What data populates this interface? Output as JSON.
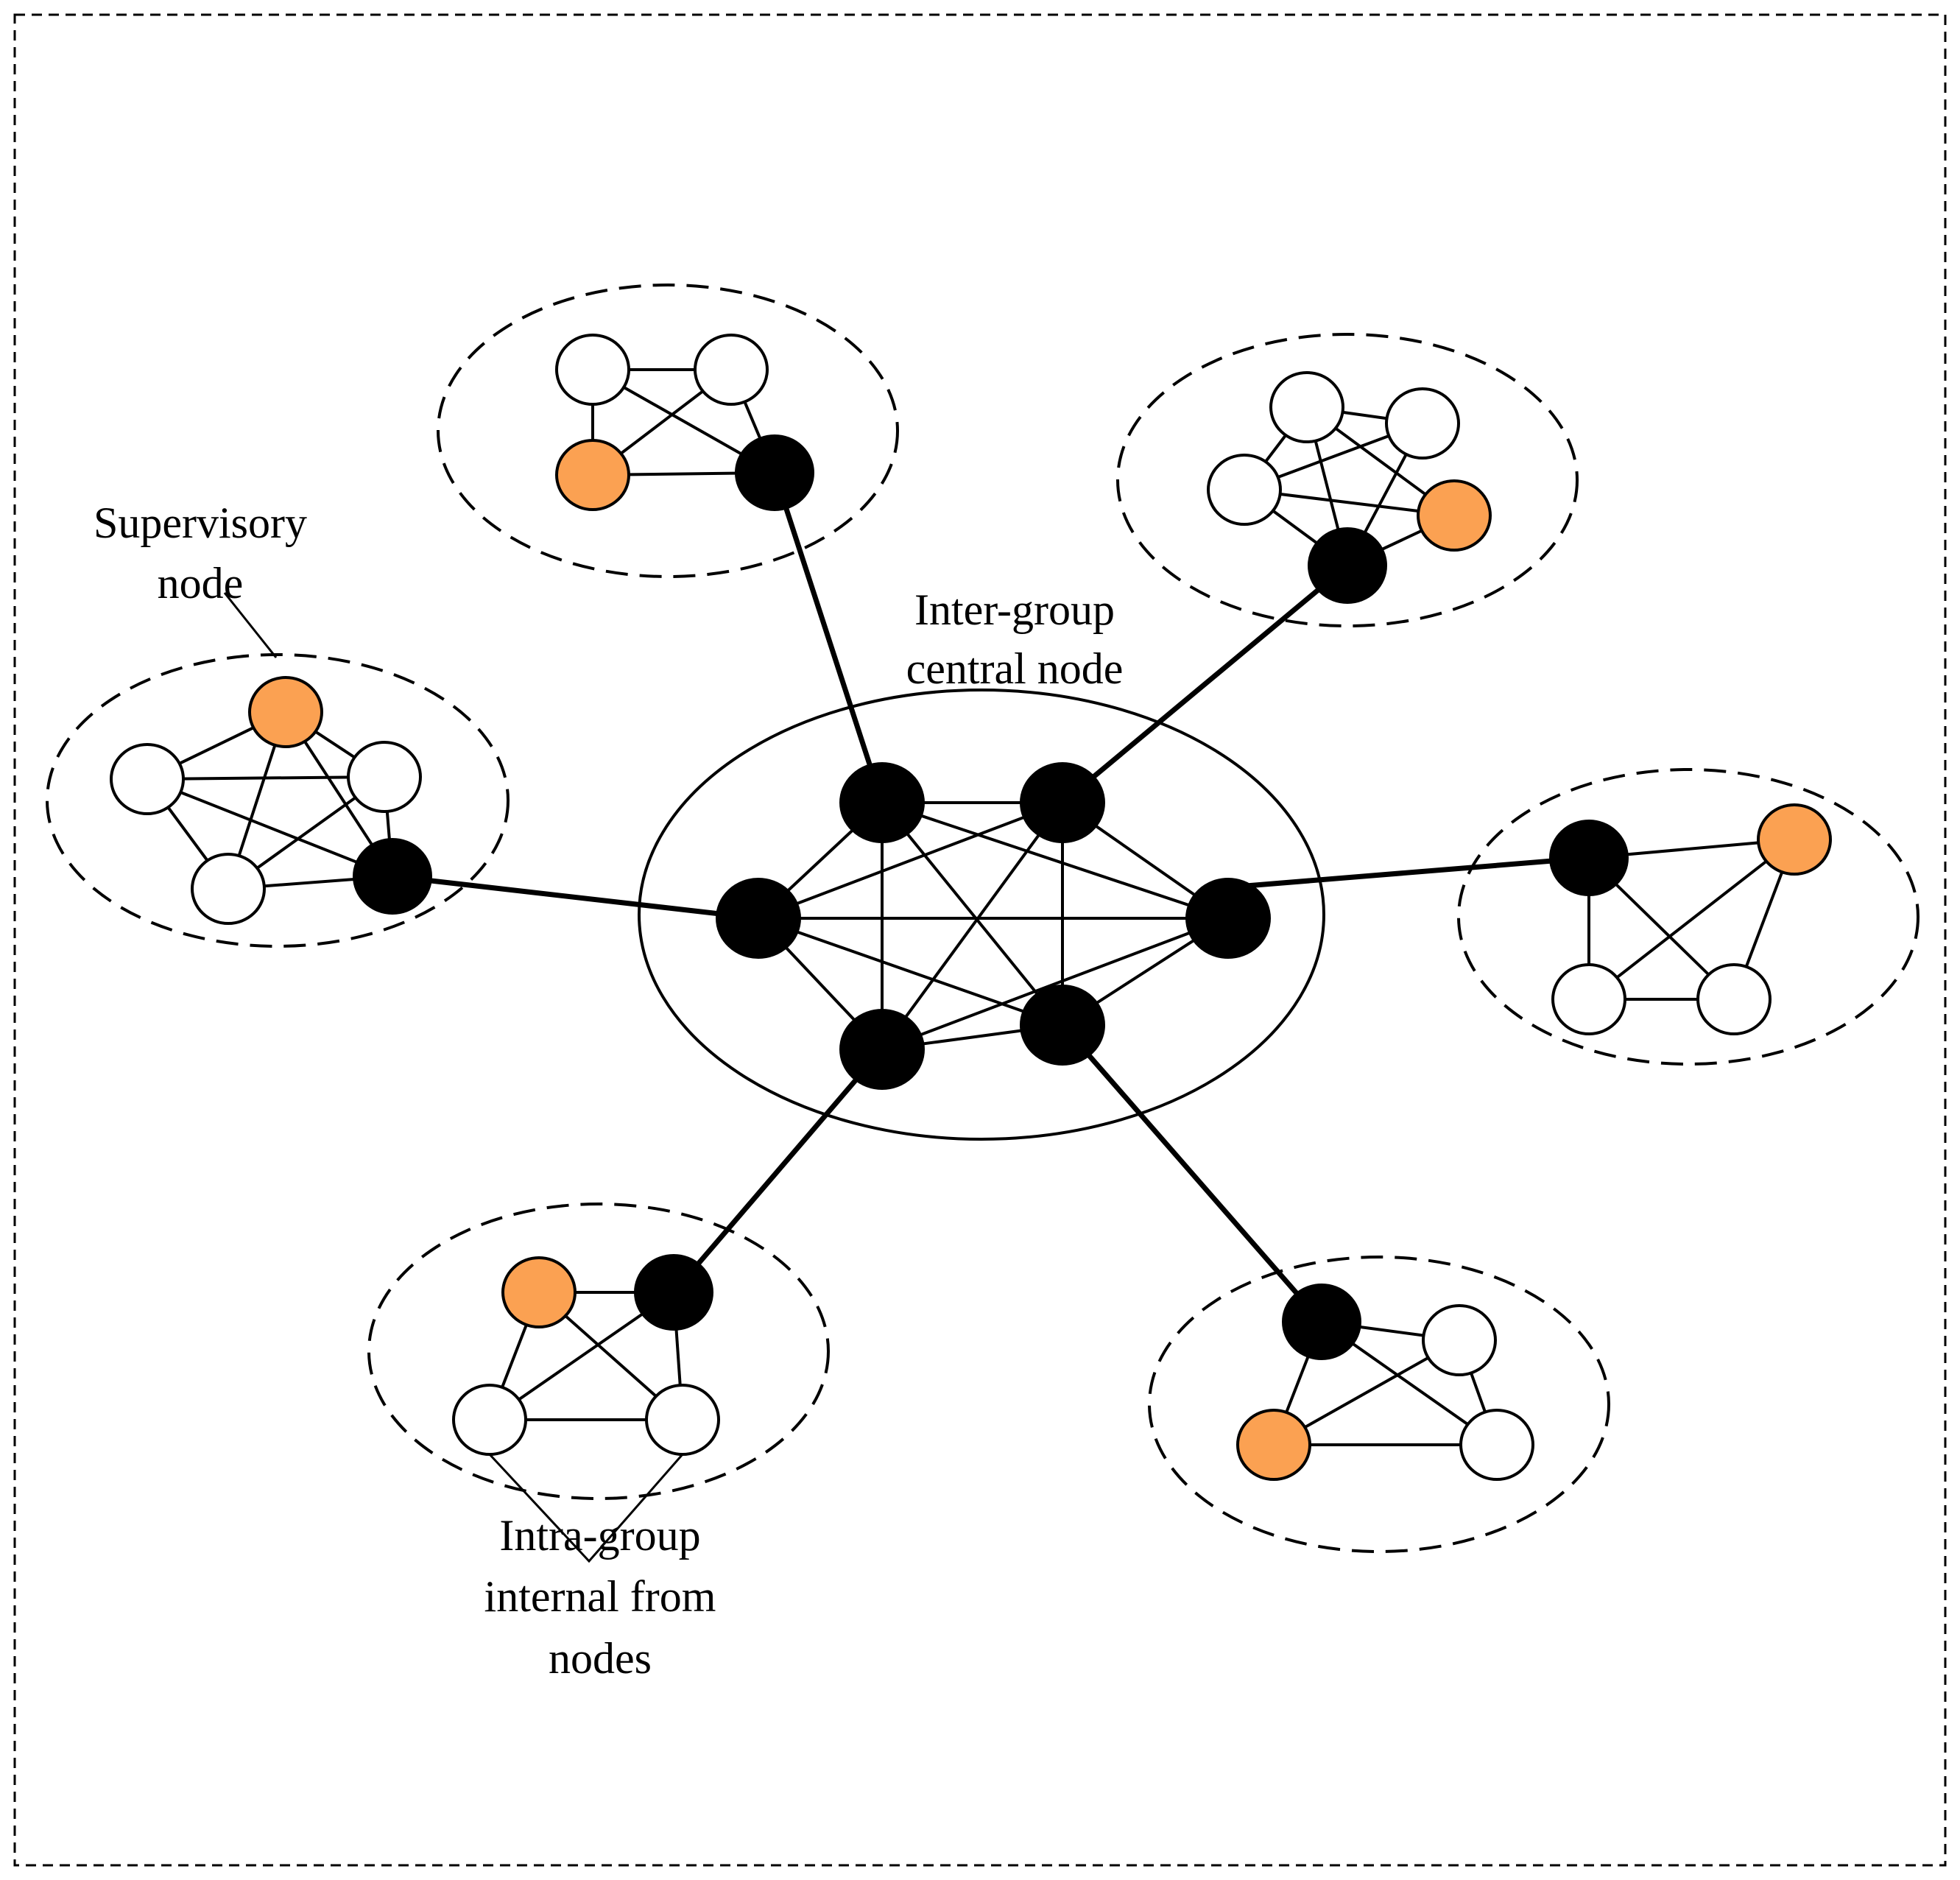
{
  "labels": {
    "supervisory_line1": "Supervisory",
    "supervisory_line2": "node",
    "intergroup_line1": "Inter-group",
    "intergroup_line2": "central node",
    "intragroup_line1": "Intra-group",
    "intragroup_line2": "internal from",
    "intragroup_line3": "nodes"
  },
  "colors": {
    "member_node": "#ffffff",
    "central_node": "#000000",
    "supervisory_node": "#fba152"
  }
}
